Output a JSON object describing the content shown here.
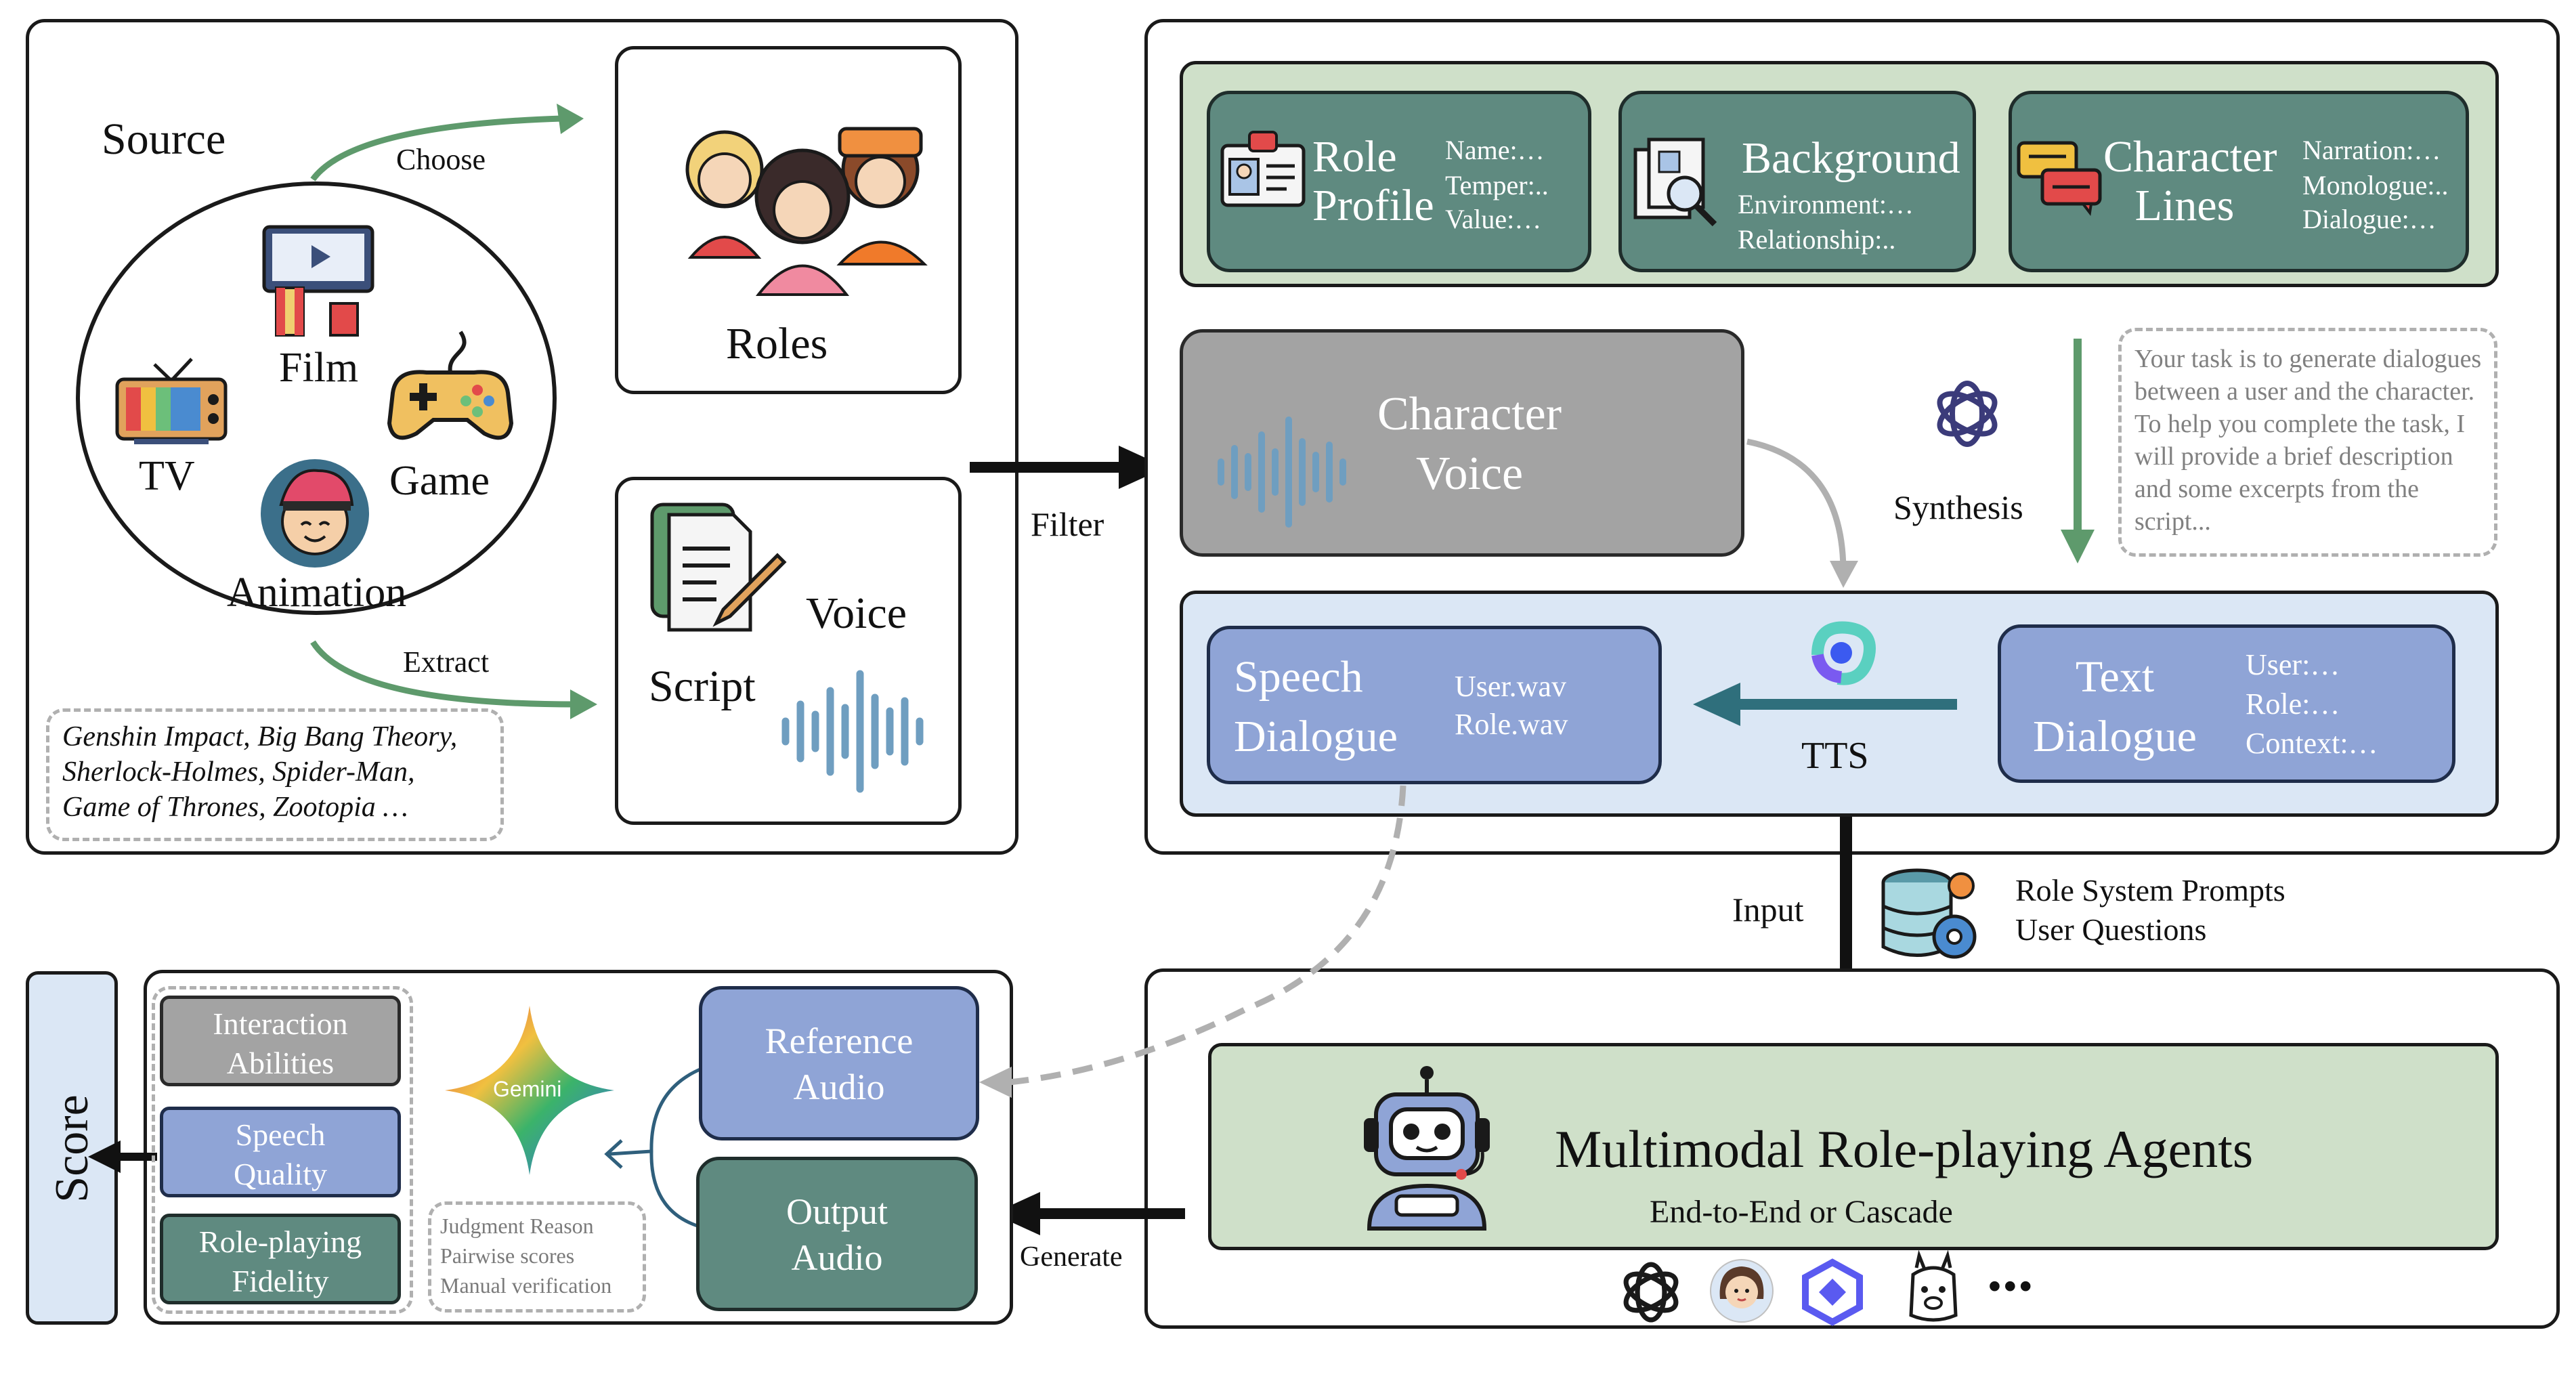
{
  "source_panel": {
    "source_label": "Source",
    "choose_label": "Choose",
    "extract_label": "Extract",
    "film_label": "Film",
    "tv_label": "TV",
    "game_label": "Game",
    "animation_label": "Animation",
    "examples": [
      "Genshin Impact, Big Bang Theory,",
      "Sherlock-Holmes, Spider-Man,",
      "Game of Thrones, Zootopia …"
    ],
    "roles_label": "Roles",
    "voice_label": "Voice",
    "script_label": "Script"
  },
  "filter_label": "Filter",
  "profile_cards": {
    "role_profile": {
      "title": "Role\nProfile",
      "fields": [
        "Name:…",
        "Temper:..",
        "Value:…"
      ]
    },
    "background": {
      "title": "Background",
      "fields": [
        "Environment:…",
        "Relationship:.."
      ]
    },
    "character_lines": {
      "title": "Character\nLines",
      "fields": [
        "Narration:…",
        "Monologue:..",
        "Dialogue:…"
      ]
    }
  },
  "character_voice": "Character\nVoice",
  "synthesis_label": "Synthesis",
  "prompt_text": "Your task is to generate dialogues between a user and the character. To help you complete the task, I will provide a brief description and some excerpts from the script...",
  "speech_dialogue": {
    "title": "Speech\nDialogue",
    "fields": [
      "User.wav",
      "Role.wav"
    ]
  },
  "tts_label": "TTS",
  "text_dialogue": {
    "title": "Text\nDialogue",
    "fields": [
      "User:…",
      "Role:…",
      "Context:…"
    ]
  },
  "input_label": "Input",
  "input_items": [
    "Role System Prompts",
    "User Questions"
  ],
  "agent": {
    "title": "Multimodal Role-playing Agents",
    "subtitle": "End-to-End or Cascade",
    "more": "•••"
  },
  "generate_label": "Generate",
  "score_label": "Score",
  "criteria": [
    "Interaction\nAbilities",
    "Speech\nQuality",
    "Role-playing\nFidelity"
  ],
  "gemini_label": "Gemini",
  "judgment_notes": [
    "Judgment Reason",
    "Pairwise scores",
    "Manual verification"
  ],
  "reference_audio": "Reference\nAudio",
  "output_audio": "Output\nAudio",
  "colors": {
    "green_fill": "#5f8a80",
    "blue_fill": "#8fa4d6",
    "gray_fill": "#a3a3a3",
    "light_green": "#cfe0c9",
    "light_blue": "#dbe7f5",
    "score_blue": "#dbe7f5",
    "green_arrow": "#5e9a6c",
    "tts_arrow": "#2f6f7c"
  },
  "icons": [
    "film-icon",
    "tv-icon",
    "game-controller-icon",
    "animation-avatar-icon",
    "roles-group-icon",
    "script-icon",
    "waveform-icon",
    "id-card-icon",
    "documents-search-icon",
    "chat-bubbles-icon",
    "openai-icon",
    "tts-logo-icon",
    "database-gear-icon",
    "robot-icon",
    "gemini-star-icon",
    "girl-avatar-icon",
    "qwen-icon",
    "llama-icon"
  ]
}
